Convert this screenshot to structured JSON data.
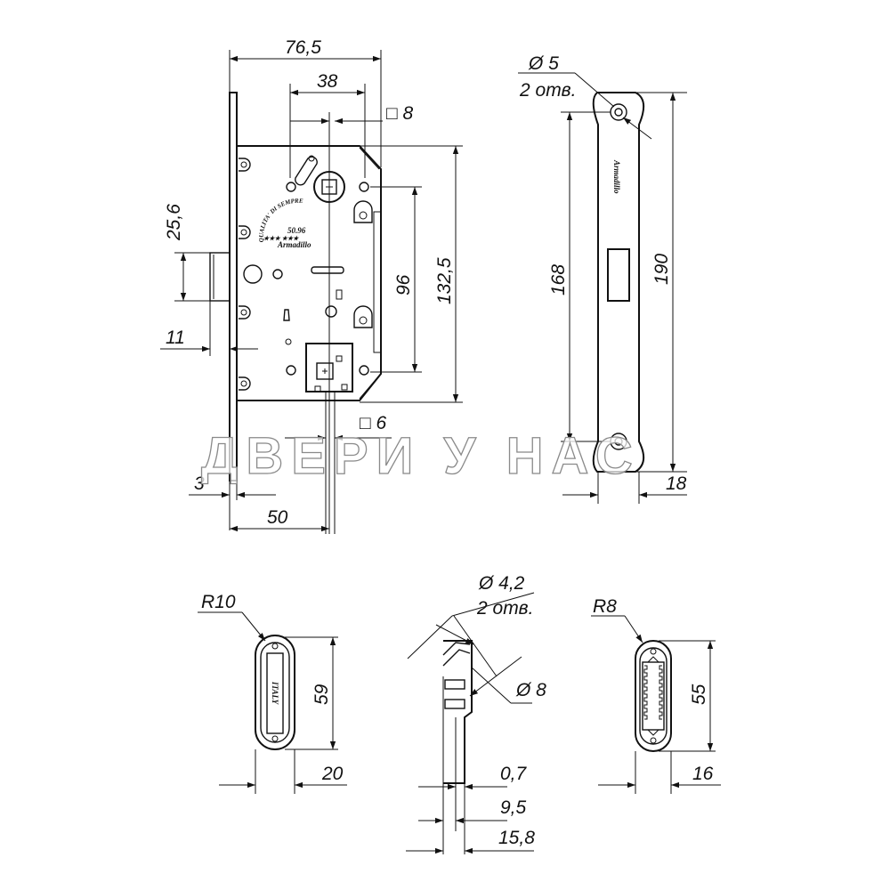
{
  "main_view": {
    "dims": {
      "width_total": "76,5",
      "spindle_to_faceplate": "38",
      "square_top": "□ 8",
      "height_bolt": "25,6",
      "height_96": "96",
      "height_132": "132,5",
      "latch_11": "11",
      "square_bottom": "□ 6",
      "faceplate_3": "3",
      "backset_50": "50"
    },
    "stamp": {
      "arc_text": "QUALITA' DI SEMPRE",
      "number": "50.96",
      "brand": "Armadillo",
      "stars": "★★★ ★★★"
    }
  },
  "faceplate_view": {
    "hole_dia": "Ø 5",
    "hole_count": "2 отв.",
    "length_168": "168",
    "length_190": "190",
    "width_18": "18",
    "brand": "Armadillo"
  },
  "strike_plate_left": {
    "radius": "R10",
    "height": "59",
    "width": "20",
    "label": "ITALY"
  },
  "section_view": {
    "hole_dia": "Ø 4,2",
    "hole_count": "2 отв.",
    "bore": "Ø 8",
    "d_0_7": "0,7",
    "d_9_5": "9,5",
    "d_15_8": "15,8"
  },
  "strike_plate_right": {
    "radius": "R8",
    "height": "55",
    "width": "16"
  },
  "watermark": "ДВЕРИ У НАС"
}
